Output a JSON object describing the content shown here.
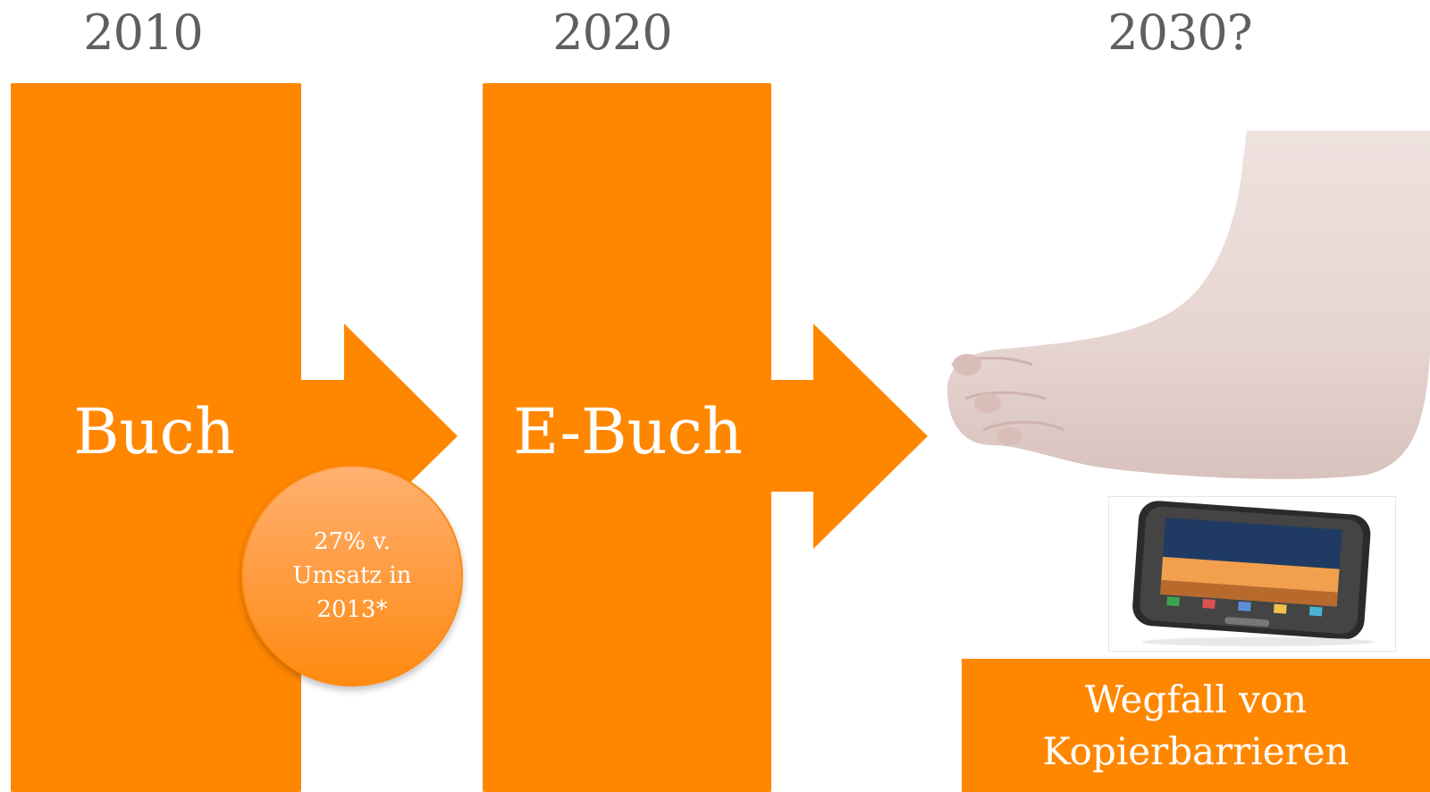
{
  "years": [
    "2010",
    "2020",
    "2030?"
  ],
  "stages": {
    "book_label": "Buch",
    "ebook_label": "E-Buch"
  },
  "bubble": {
    "text": "27% v.\nUmsatz in\n2013*"
  },
  "caption": {
    "text": "Wegfall von\nKopierbarrieren"
  },
  "colors": {
    "accent": "#ff8700",
    "year_text": "#5f5f5f",
    "label_text": "#ffffff"
  },
  "icons": {
    "foot": "bare-foot-image",
    "phone": "smartphone-image"
  }
}
